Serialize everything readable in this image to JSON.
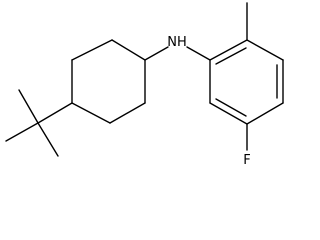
{
  "structure": {
    "atoms": [
      {
        "id": "nh",
        "label": "NH"
      },
      {
        "id": "f",
        "label": "F"
      }
    ],
    "colors": {
      "bond": "#000000",
      "label": "#000000",
      "background": "#ffffff"
    }
  }
}
